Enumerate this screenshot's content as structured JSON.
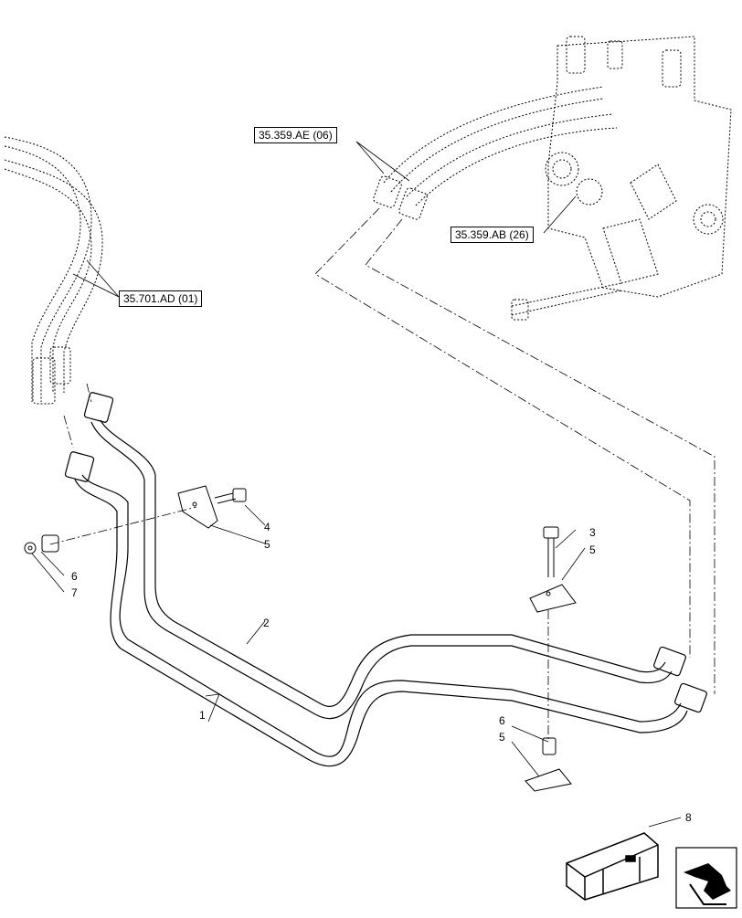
{
  "references": {
    "valve_hoses": "35.359.AE (06)",
    "control_valve": "35.359.AB (26)",
    "rear_hoses": "35.701.AD (01)"
  },
  "callouts": {
    "c1": "1",
    "c2": "2",
    "c3": "3",
    "c4": "4",
    "c5a": "5",
    "c5b": "5",
    "c5c": "5",
    "c6a": "6",
    "c6b": "6",
    "c7": "7",
    "c8": "8"
  },
  "icons": {
    "parts_kit": "crate-icon",
    "navigation": "return-arrow-icon"
  }
}
